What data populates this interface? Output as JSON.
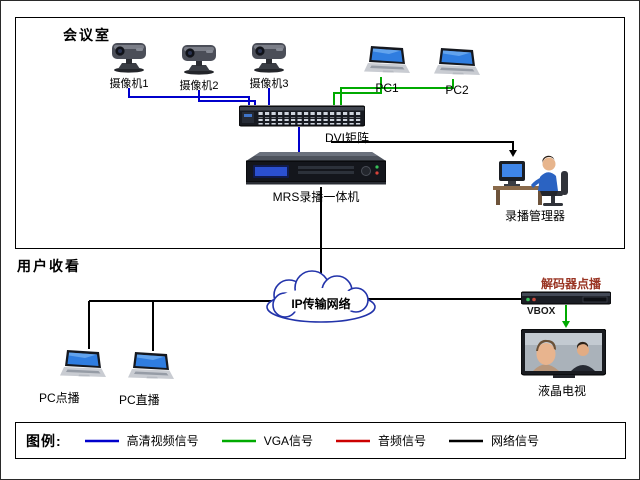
{
  "sections": {
    "conference_room": "会议室",
    "user_viewing": "用户收看"
  },
  "labels": {
    "camera1": "摄像机1",
    "camera2": "摄像机2",
    "camera3": "摄像机3",
    "pc1": "PC1",
    "pc2": "PC2",
    "dvi_matrix": "DVI矩阵",
    "mrs_recorder": "MRS录播一体机",
    "recording_manager": "录播管理器",
    "ip_network": "IP传输网络",
    "decoder_vod": "解码器点播",
    "vbox": "VBOX",
    "lcd_tv": "液晶电视",
    "pc_vod": "PC点播",
    "pc_live": "PC直播"
  },
  "legend": {
    "title": "图例:",
    "items": [
      {
        "label": "高清视频信号",
        "color": "#0000cc"
      },
      {
        "label": "VGA信号",
        "color": "#00aa00"
      },
      {
        "label": "音频信号",
        "color": "#cc0000"
      },
      {
        "label": "网络信号",
        "color": "#000000"
      }
    ]
  },
  "colors": {
    "hd_video": "#0000cc",
    "vga": "#00aa00",
    "audio": "#cc0000",
    "network": "#000000",
    "cloud_outline": "#2233aa",
    "decoder_label": "#993322"
  }
}
